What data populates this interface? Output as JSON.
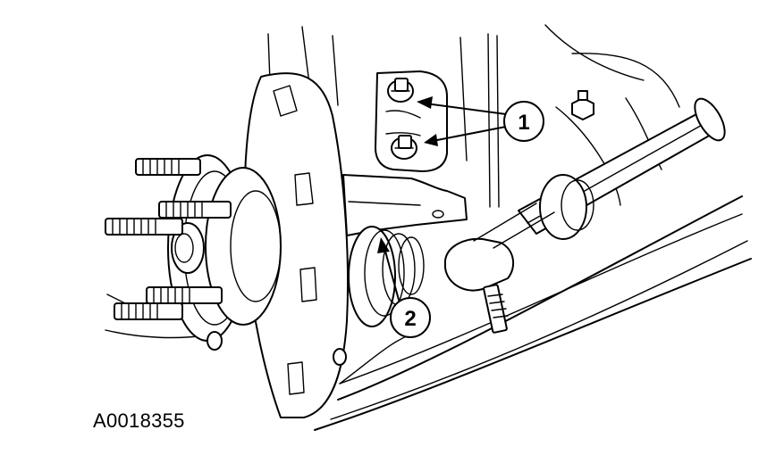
{
  "figure": {
    "id_label": "A0018355"
  },
  "callouts": [
    {
      "label": "1"
    },
    {
      "label": "2"
    }
  ],
  "colors": {
    "ink": "#000000",
    "background": "#ffffff"
  }
}
